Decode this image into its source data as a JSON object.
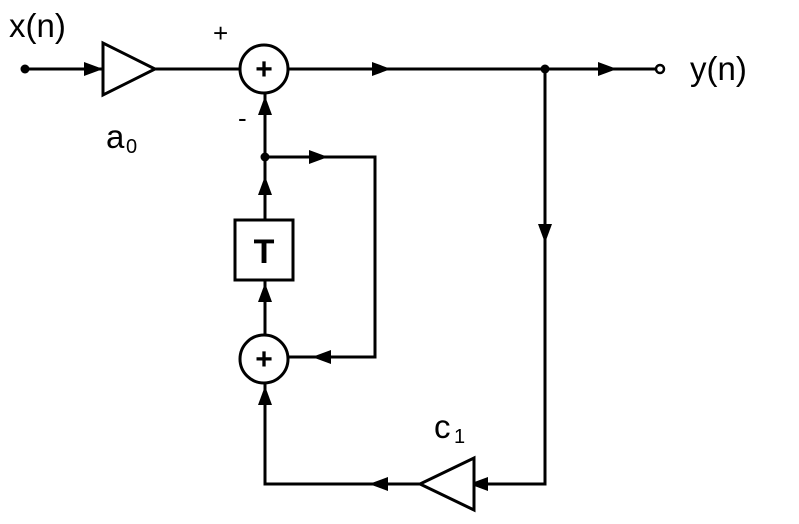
{
  "labels": {
    "input": "x(n)",
    "output": "y(n)",
    "gain_a0_base": "a",
    "gain_a0_sub": "0",
    "gain_c1_base": "c",
    "gain_c1_sub": "1",
    "plus_sign": "+",
    "minus_sign": "-"
  },
  "symbols": {
    "adder": "+",
    "delay": "T"
  }
}
